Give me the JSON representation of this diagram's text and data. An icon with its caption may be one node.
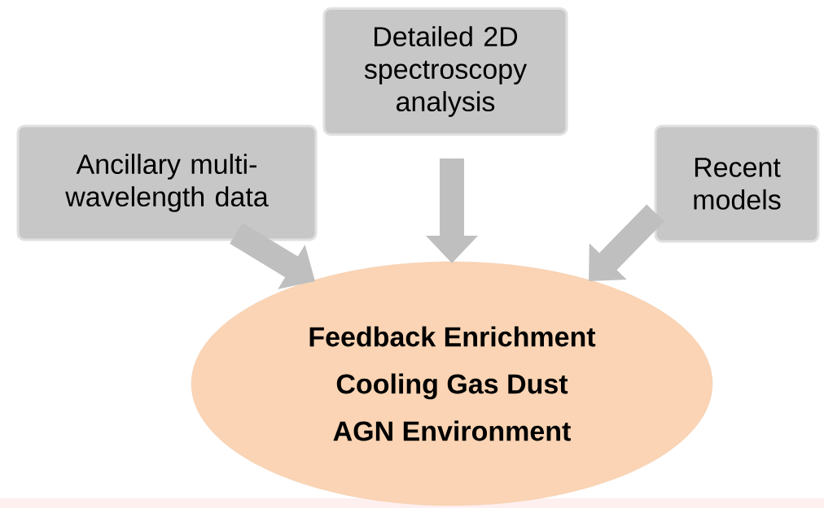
{
  "diagram": {
    "nodes": [
      {
        "text": [
          "Ancillary multi-wavelength data"
        ]
      },
      {
        "text": [
          "Detailed 2D spectroscopy analysis"
        ]
      },
      {
        "text": [
          "Recent models"
        ]
      },
      {
        "text": [
          "Feedback  Enrichment",
          "Cooling  Gas   Dust",
          "AGN  Environment"
        ]
      }
    ],
    "edges": [
      {
        "from": 0,
        "to": 3,
        "arrow": "to"
      },
      {
        "from": 1,
        "to": 3,
        "arrow": "to"
      },
      {
        "from": 2,
        "to": 3,
        "arrow": "to"
      }
    ]
  }
}
